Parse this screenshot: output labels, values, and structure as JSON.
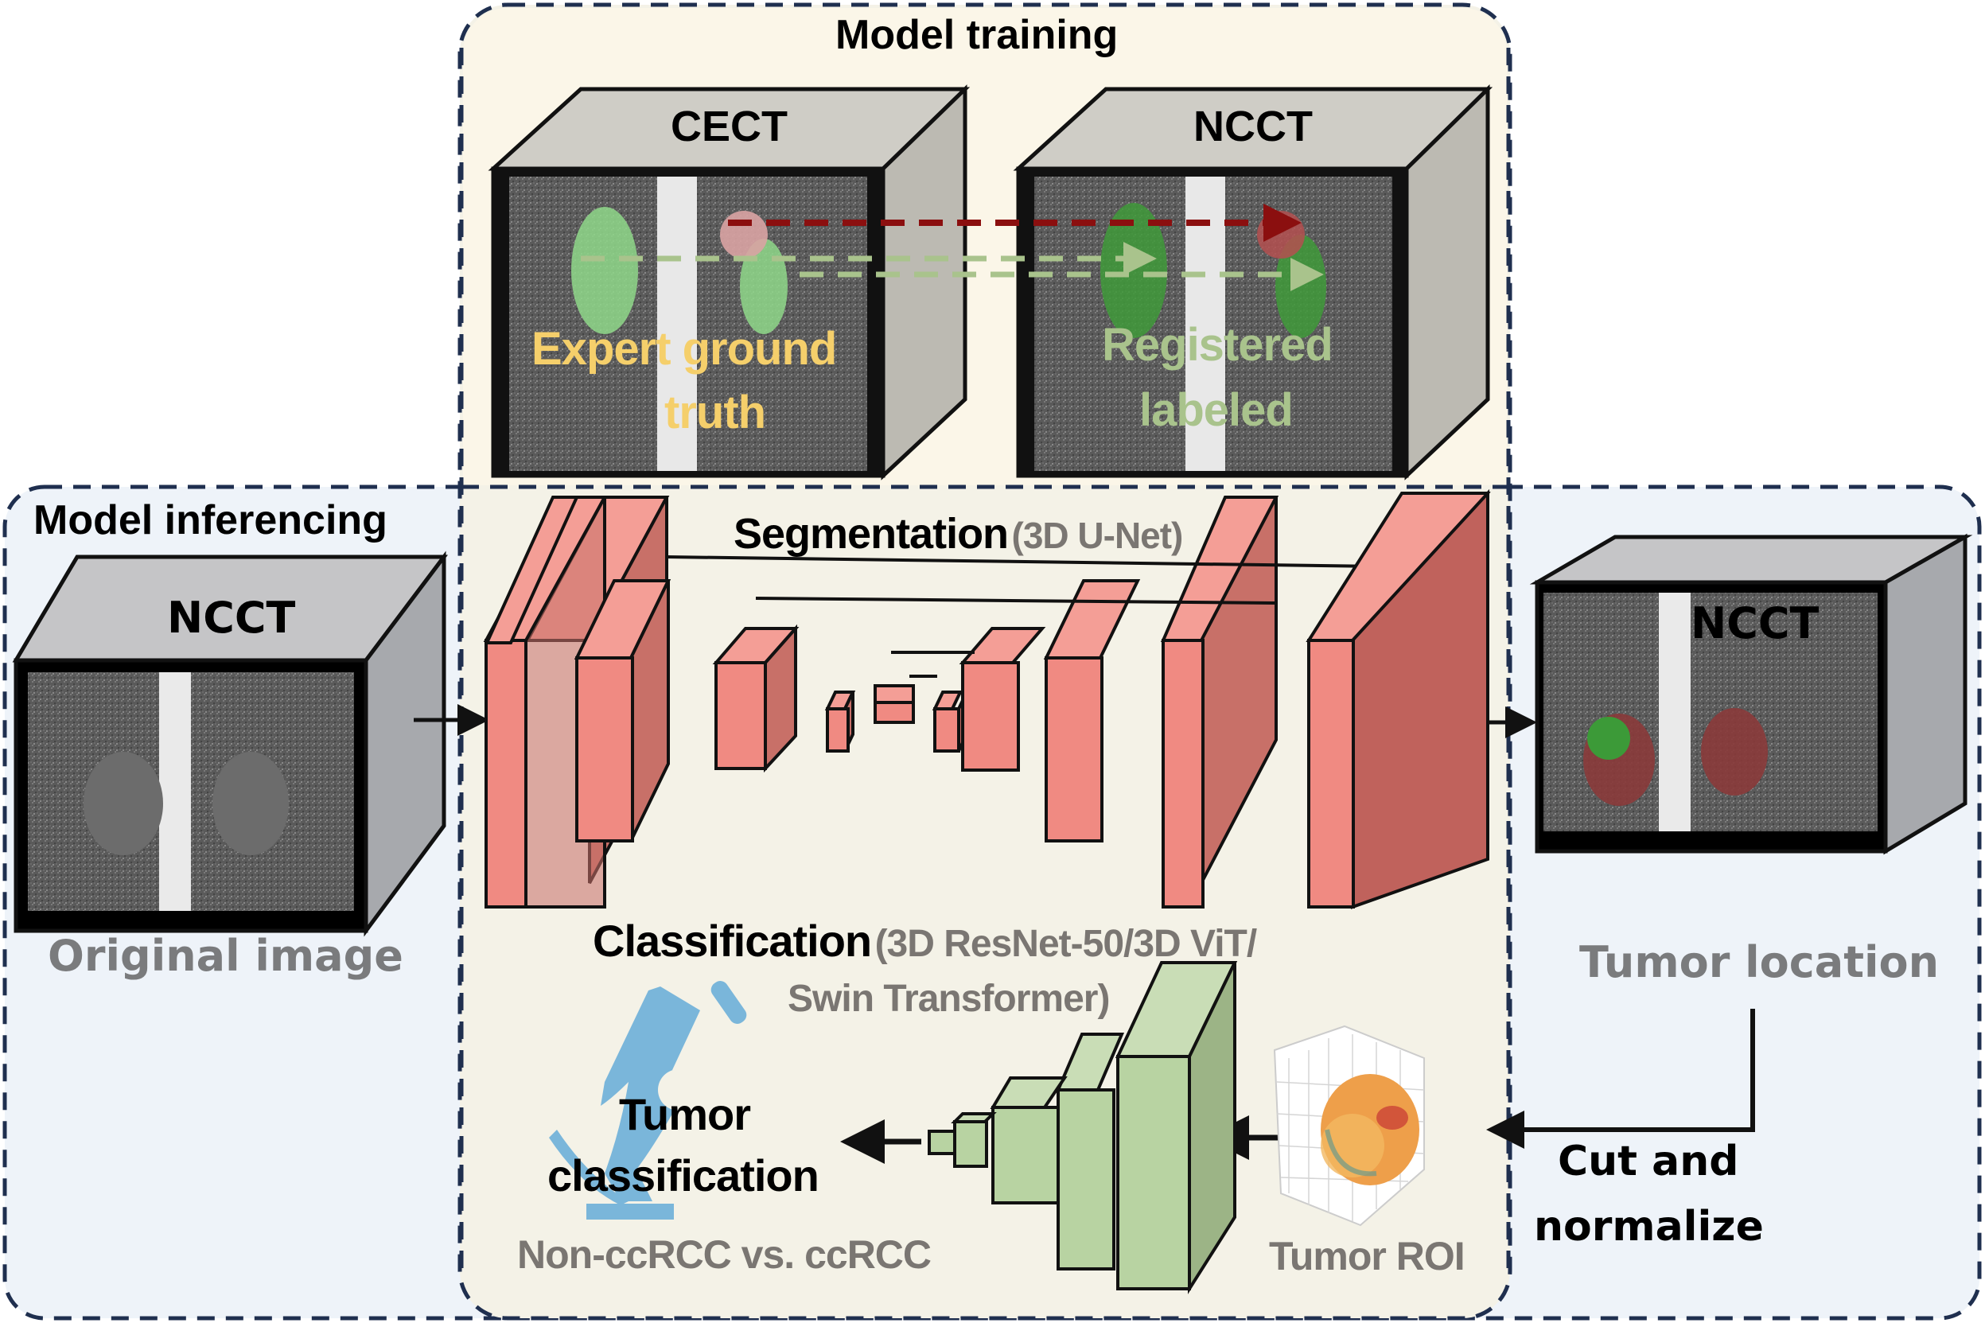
{
  "diagram": {
    "sections": {
      "training": {
        "title": "Model training"
      },
      "inferencing": {
        "title": "Model inferencing"
      }
    },
    "training_volumes": [
      {
        "title": "CECT",
        "caption_line1": "Expert ground",
        "caption_line2": "truth",
        "caption_color": "#f5cf6b"
      },
      {
        "title": "NCCT",
        "caption_line1": "Registered",
        "caption_line2": "labeled",
        "caption_color": "#a9c38c"
      }
    ],
    "input_volume": {
      "title": "NCCT",
      "caption": "Original image"
    },
    "output_volume": {
      "title": "NCCT",
      "caption": "Tumor location"
    },
    "segmentation": {
      "title": "Segmentation",
      "model": "(3D U-Net)"
    },
    "classification": {
      "title": "Classification",
      "model_line1": "(3D ResNet-50/3D ViT/",
      "model_line2": "Swin Transformer)"
    },
    "result": {
      "title_line1": "Tumor",
      "title_line2": "classification",
      "caption": "Non-ccRCC vs. ccRCC"
    },
    "roi": {
      "caption": "Tumor ROI"
    },
    "step": {
      "line1": "Cut and",
      "line2": "normalize"
    },
    "colors": {
      "unet": "#f08a82",
      "classifier": "#b8d3a2",
      "microscope": "#7ab6da",
      "training_bg": "#fbf6e8",
      "inference_bg": "#eef3f9",
      "shared_bg": "#f4f2e7",
      "border": "#1f2f4f",
      "tumor_label": "#d9a3a3",
      "kidney_label": "#8fd88a"
    }
  }
}
